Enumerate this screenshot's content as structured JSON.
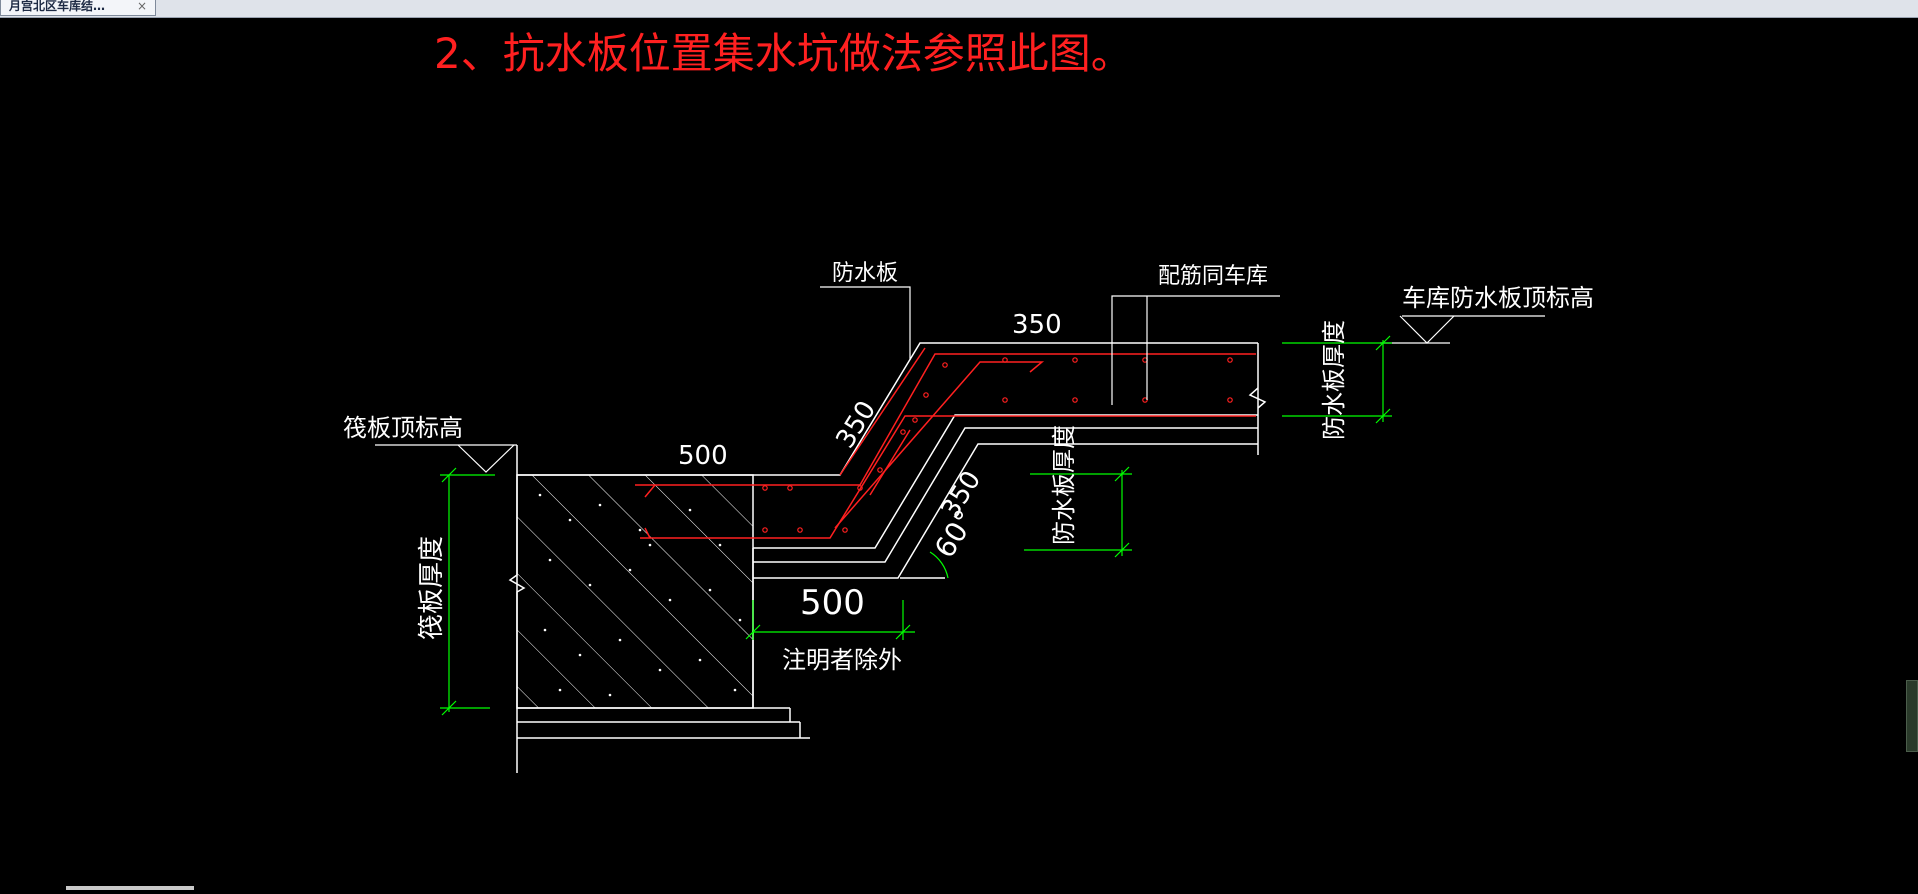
{
  "window": {
    "tab_title": "月宫北区车库结…",
    "close_glyph": "×"
  },
  "drawing": {
    "note": "2、抗水板位置集水坑做法参照此图。",
    "labels": {
      "waterproof_plate": "防水板",
      "rebar_same_garage": "配筋同车库",
      "garage_plate_top_elev": "车库防水板顶标高",
      "raft_top_elev": "筏板顶标高",
      "raft_thickness": "筏板厚度",
      "plate_thickness_right": "防水板厚度",
      "plate_thickness_mid": "防水板厚度",
      "except_noted": "注明者除外"
    },
    "dimensions": {
      "top_350": "350",
      "slope_350_upper": "350",
      "slope_350_lower": "350",
      "bottom_500_upper": "500",
      "bottom_500_lower": "500",
      "angle": "60°"
    }
  },
  "colors": {
    "background": "#000000",
    "line": "#ffffff",
    "dimension": "#00ff00",
    "rebar": "#ff0000",
    "note_text": "#ff0000"
  }
}
